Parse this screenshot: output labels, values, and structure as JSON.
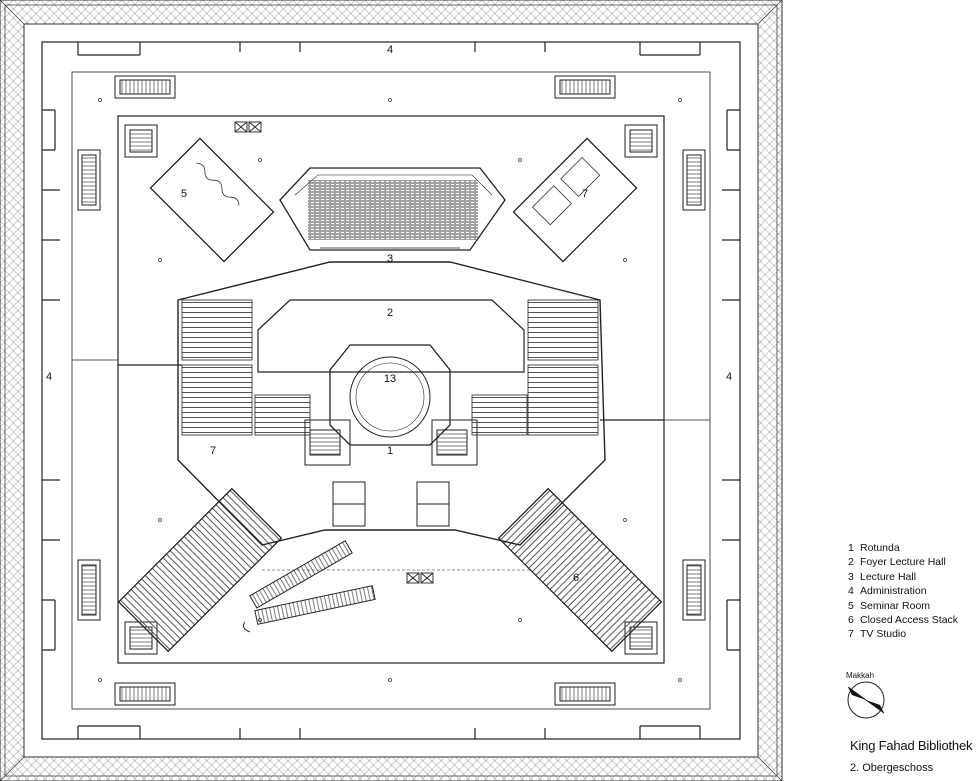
{
  "rooms": {
    "r4_top": "4",
    "r4_left": "4",
    "r4_right": "4",
    "r5": "5",
    "r7_upper": "7",
    "r3": "3",
    "r2": "2",
    "r13": "13",
    "r1": "1",
    "r7_lower": "7",
    "r6": "6"
  },
  "compass": {
    "label": "Makkah"
  },
  "legend": [
    {
      "num": "1",
      "label": "Rotunda"
    },
    {
      "num": "2",
      "label": "Foyer Lecture Hall"
    },
    {
      "num": "3",
      "label": "Lecture Hall"
    },
    {
      "num": "4",
      "label": "Administration"
    },
    {
      "num": "5",
      "label": "Seminar Room"
    },
    {
      "num": "6",
      "label": "Closed Access Stack"
    },
    {
      "num": "7",
      "label": "TV Studio"
    }
  ],
  "title": "King Fahad Bibliothek",
  "subtitle": "2. Obergeschoss"
}
